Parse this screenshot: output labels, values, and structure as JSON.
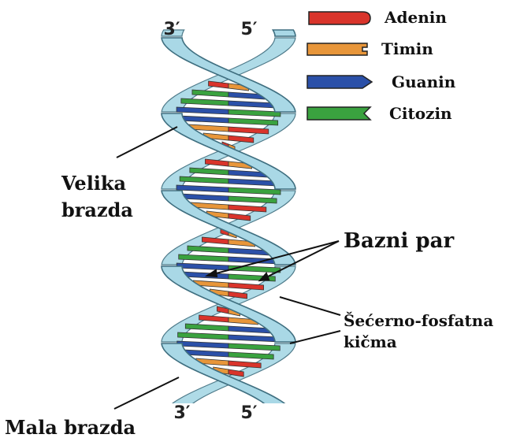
{
  "strand_ends": {
    "top_left": "3′",
    "top_right": "5′",
    "bottom_left": "3′",
    "bottom_right": "5′"
  },
  "legend": [
    {
      "label": "Adenin",
      "color": "#d9342b",
      "shape": "rounded-tip"
    },
    {
      "label": "Timin",
      "color": "#e8963a",
      "shape": "notched"
    },
    {
      "label": "Guanin",
      "color": "#2b50a8",
      "shape": "pointed-tip"
    },
    {
      "label": "Citozin",
      "color": "#3aa23f",
      "shape": "notched-v"
    }
  ],
  "labels": {
    "major_groove_line1": "Velika",
    "major_groove_line2": "brazda",
    "base_pair": "Bazni par",
    "backbone_line1": "Šećerno-fosfatna",
    "backbone_line2": "kičma",
    "minor_groove": "Mala brazda"
  },
  "colors": {
    "backbone_fill": "#a9d8e6",
    "backbone_stroke": "#3f6f80",
    "adenin": "#d9342b",
    "timin": "#e8963a",
    "guanin": "#2b50a8",
    "citozin": "#3aa23f"
  }
}
